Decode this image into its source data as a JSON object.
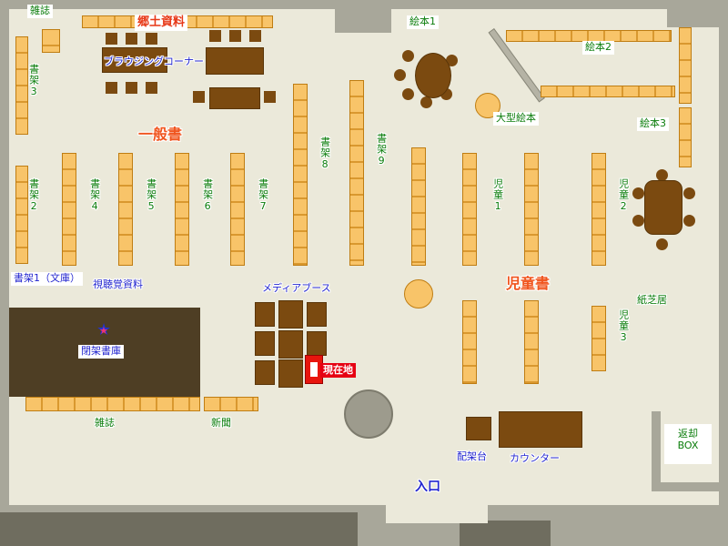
{
  "colors": {
    "floor": "#ebe9da",
    "wall": "#a8a79a",
    "wall_dark": "#6f6d5f",
    "shelf_fill": "#f8c469",
    "shelf_border": "#bf7d12",
    "furniture_brown": "#7b4a10",
    "closed_stack_brown": "#4e3e24",
    "label_green": "#0b7d0b",
    "label_blue": "#2326cf",
    "label_red": "#e73817",
    "section_red": "#f0551e",
    "marker_red": "#e60012"
  },
  "labels": {
    "magazine_top": "雑誌",
    "local_materials": "郷土資料",
    "browsing_corner": "ブラウジングコーナー",
    "general_books": "一般書",
    "shelf1_bunko": "書架1（文庫）",
    "shelf2": "書架2",
    "shelf3": "書架3",
    "shelf4": "書架4",
    "shelf5": "書架5",
    "shelf6": "書架6",
    "shelf7": "書架7",
    "shelf8": "書架8",
    "shelf9": "書架9",
    "av_materials": "視聴覚資料",
    "media_booth": "メディアブース",
    "closed_stacks": "閉架書庫",
    "you_are_here": "現在地",
    "magazine_bottom": "雑誌",
    "newspaper": "新聞",
    "picture_books1": "絵本1",
    "picture_books2": "絵本2",
    "picture_books3": "絵本3",
    "large_picture_books": "大型絵本",
    "children1": "児童1",
    "children2": "児童2",
    "children3": "児童3",
    "children_books": "児童書",
    "kamishibai": "紙芝居",
    "reshelving_stand": "配架台",
    "counter": "カウンター",
    "return_line1": "返却",
    "return_line2": "BOX",
    "entrance": "入口"
  }
}
